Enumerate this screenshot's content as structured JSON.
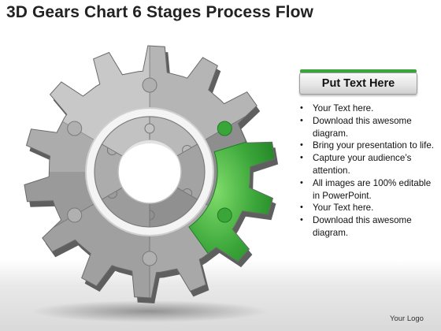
{
  "title": "3D Gears Chart 6 Stages Process Flow",
  "header": "Put Text Here",
  "bullets": [
    "Your Text here.",
    "Download this awesome diagram.",
    "Bring your presentation to life.",
    "Capture your audience’s attention.",
    "All images are 100% editable in PowerPoint.",
    "Your Text here.",
    "Download this awesome diagram."
  ],
  "logo": "Your Logo",
  "diagram": {
    "stages": 6,
    "highlighted_stage": 2,
    "colors": {
      "gear_light": "#c9c9c9",
      "gear_mid": "#9e9e9e",
      "gear_dark": "#6c6c6c",
      "highlight": "#3aa539",
      "highlight_dark": "#1f7d22",
      "accent_bar": "#3aa539"
    }
  }
}
